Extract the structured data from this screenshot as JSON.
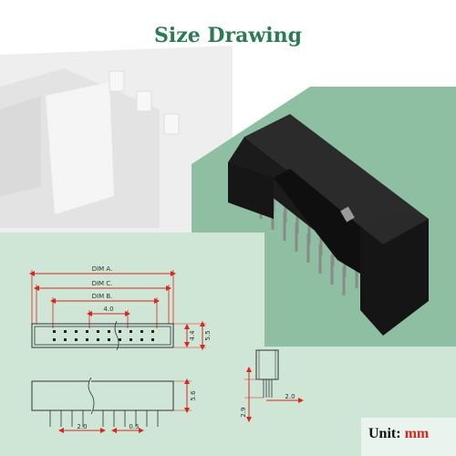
{
  "title": "Size Drawing",
  "unit": {
    "label": "Unit:",
    "value": "mm"
  },
  "colors": {
    "title_green": "#2e7a55",
    "accent_red": "#d6281f",
    "green_bg": "#8fbfa3",
    "mint_bg": "#cfe6d7",
    "connector_black": "#1b1b1b"
  },
  "top_view": {
    "dim_a": "DIM A.",
    "dim_c": "DIM C.",
    "dim_b": "DIM B.",
    "pitch": "4.0",
    "h1": "4.4",
    "h2": "5.5"
  },
  "side_view": {
    "height": "5.6",
    "pitch": "2.0",
    "pin_width": "0.5"
  },
  "end_view": {
    "pin_length": "2.9",
    "row_pitch": "2.0"
  },
  "icons": {
    "product": "box-header-connector-icon"
  }
}
